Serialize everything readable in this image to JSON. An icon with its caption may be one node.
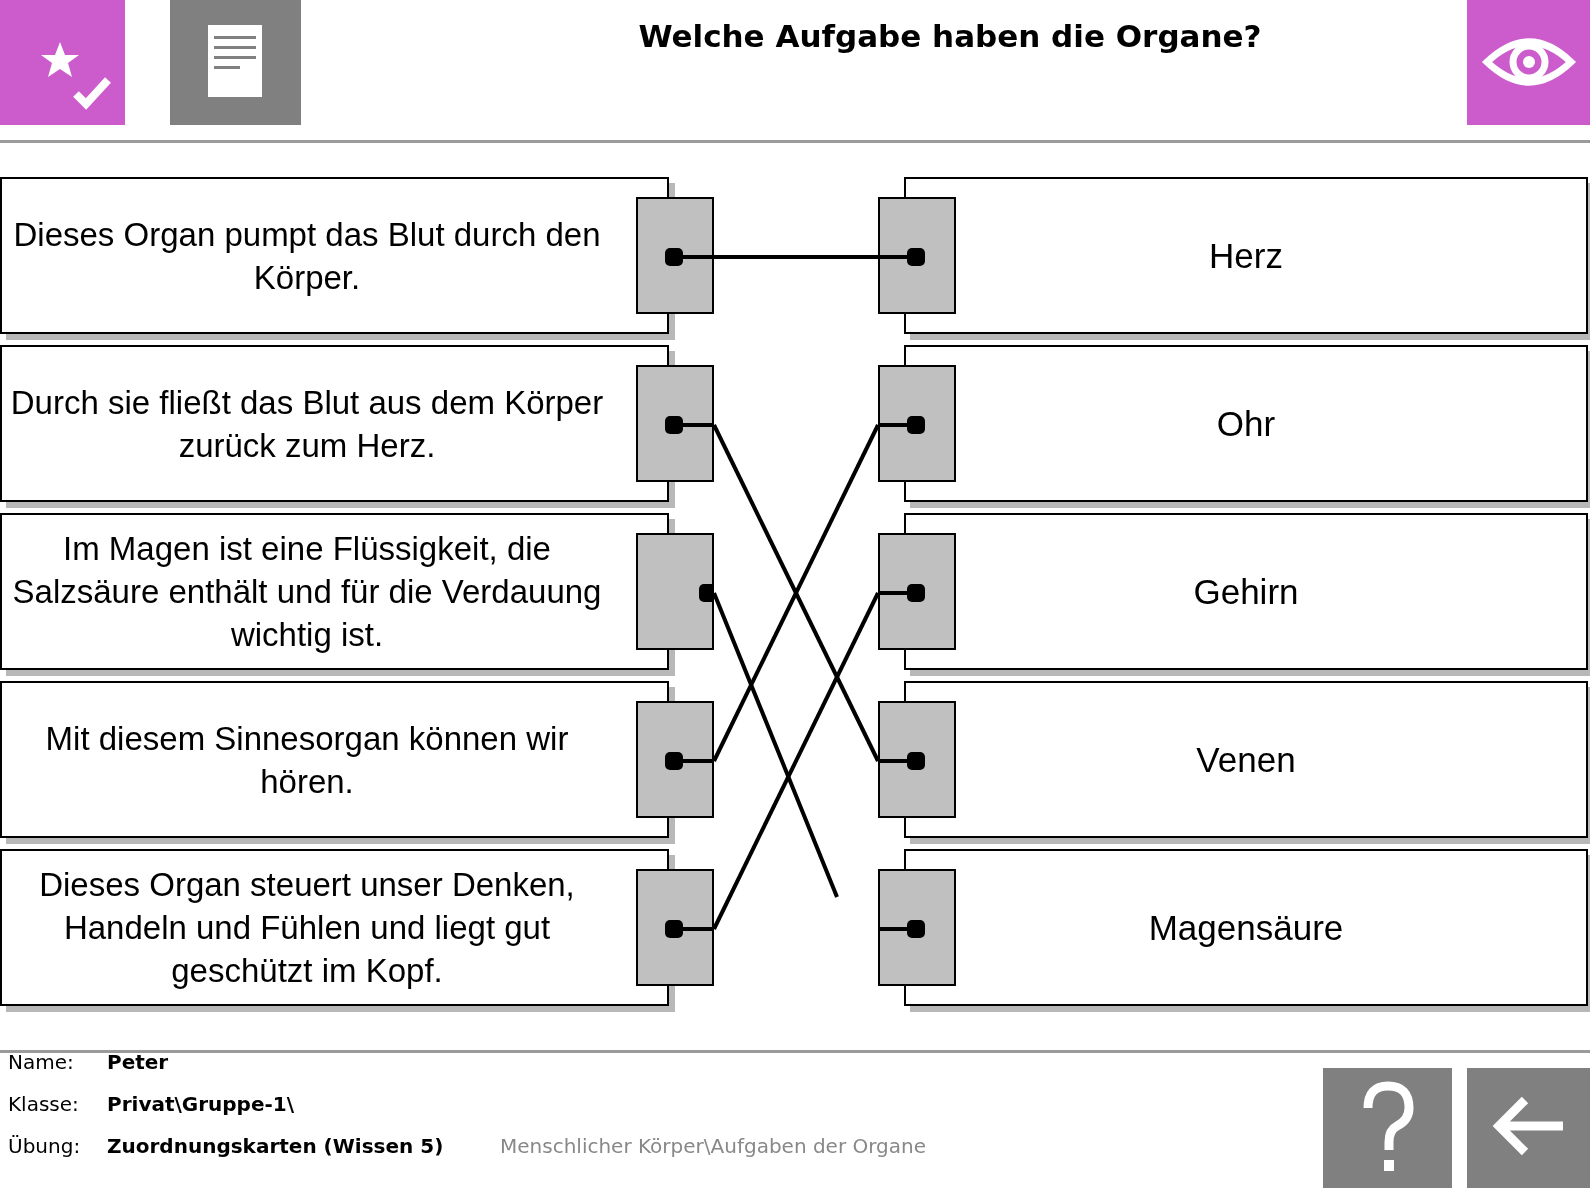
{
  "diagram": {
    "title": "Welche Aufgabe haben die Organe?",
    "nodes": [
      {
        "text": [
          "Dieses Organ pumpt das Blut durch den Körper."
        ]
      },
      {
        "text": [],
        "shape": "box"
      },
      {
        "text": [],
        "shape": "box"
      },
      {
        "text": [
          "Herz"
        ]
      },
      {
        "text": [
          "Durch sie fließt das Blut aus dem Körper zurück zum Herz."
        ]
      },
      {
        "text": [],
        "shape": "box"
      },
      {
        "text": [],
        "shape": "box"
      },
      {
        "text": [
          "Ohr"
        ]
      },
      {
        "text": [
          "Im Magen ist eine Flüssigkeit, die Salzsäure enthält und für die Verdauung wichtig ist."
        ]
      },
      {
        "text": [],
        "shape": "box"
      },
      {
        "text": [],
        "shape": "box"
      },
      {
        "text": [
          "Gehirn"
        ]
      },
      {
        "text": [
          "Mit diesem Sinnesorgan können wir hören."
        ]
      },
      {
        "text": [],
        "shape": "box"
      },
      {
        "text": [],
        "shape": "box"
      },
      {
        "text": [
          "Venen"
        ]
      },
      {
        "text": [
          "Dieses Organ steuert unser Denken, Handeln und Fühlen und liegt gut geschützt im Kopf."
        ]
      },
      {
        "text": [],
        "shape": "box"
      },
      {
        "text": [],
        "shape": "box"
      },
      {
        "text": [
          "Magensäure"
        ]
      }
    ],
    "edges": [
      {
        "from": 1,
        "to": 2,
        "arrow": "none"
      },
      {
        "from": 5,
        "to": 14,
        "arrow": "none"
      },
      {
        "from": 9,
        "to": null,
        "arrow": "none"
      },
      {
        "from": 13,
        "to": 6,
        "arrow": "none"
      },
      {
        "from": 17,
        "to": 10,
        "arrow": "none"
      }
    ],
    "labels": [
      "Name:",
      "Peter",
      "Klasse:",
      "Privat\\Gruppe-1\\",
      "Übung:",
      "Zuordnungskarten (Wissen 5)",
      "Menschlicher Körper\\Aufgaben der Organe"
    ]
  }
}
